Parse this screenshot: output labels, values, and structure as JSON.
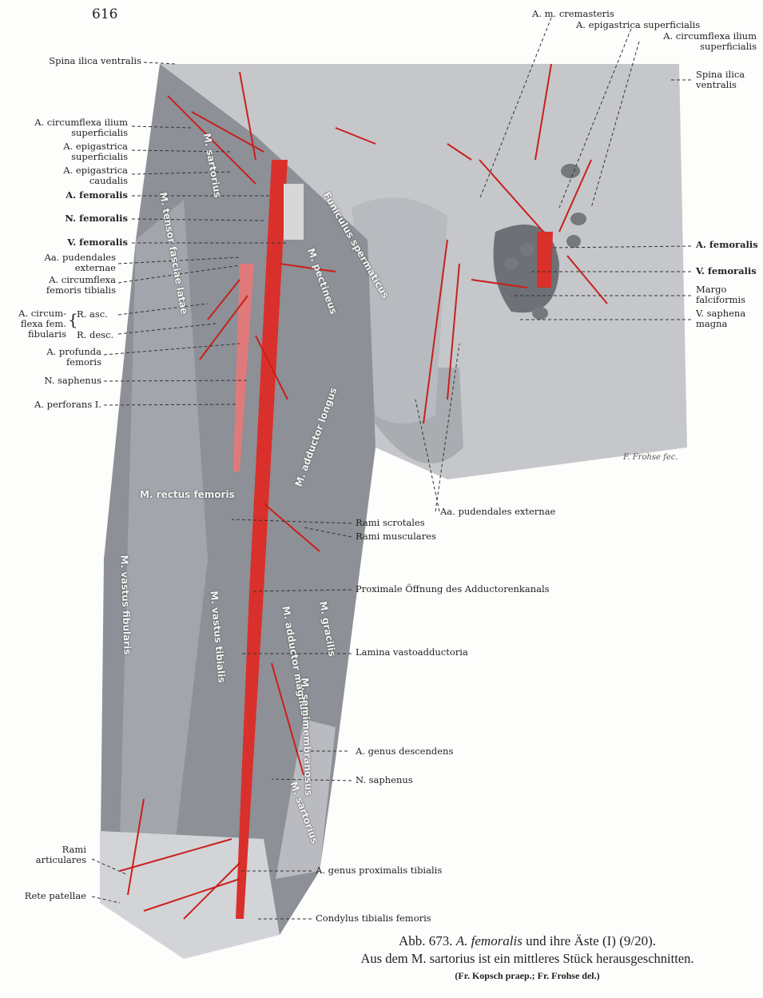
{
  "page_number": "616",
  "left_labels": [
    {
      "text": "Spina ilica ventralis",
      "bold": false
    },
    {
      "text": "A. circumflexa ilium\nsuperficialis",
      "bold": false
    },
    {
      "text": "A. epigastrica\nsuperficialis",
      "bold": false
    },
    {
      "text": "A. epigastrica\ncaudalis",
      "bold": false
    },
    {
      "text": "A. femoralis",
      "bold": true
    },
    {
      "text": "N. femoralis",
      "bold": true
    },
    {
      "text": "V. femoralis",
      "bold": true
    },
    {
      "text": "Aa. pudendales\nexternae",
      "bold": false
    },
    {
      "text": "A. circumflexa\nfemoris tibialis",
      "bold": false
    },
    {
      "text": "A. circum-\nflexa fem.\nfibularis",
      "bold": false
    },
    {
      "text": "R. asc.",
      "bold": false
    },
    {
      "text": "R. desc.",
      "bold": false
    },
    {
      "text": "A. profunda\nfemoris",
      "bold": false
    },
    {
      "text": "N. saphenus",
      "bold": false
    },
    {
      "text": "A. perforans I.",
      "bold": false
    },
    {
      "text": "Rami\narticulares",
      "bold": false
    },
    {
      "text": "Rete patellae",
      "bold": false
    }
  ],
  "top_labels": [
    "A. m. cremasteris",
    "A. epigastrica superficialis",
    "A. circumflexa ilium\nsuperficialis"
  ],
  "right_labels": [
    {
      "text": "Spina ilica\nventralis",
      "bold": false
    },
    {
      "text": "A. femoralis",
      "bold": true
    },
    {
      "text": "V. femoralis",
      "bold": true
    },
    {
      "text": "Margo\nfalciformis",
      "bold": false
    },
    {
      "text": "V. saphena\nmagna",
      "bold": false
    }
  ],
  "bottom_labels": [
    "Aa. pudendales externae",
    "Rami scrotales",
    "Rami musculares",
    "Proximale Öffnung des Adductorenkanals",
    "Lamina vastoadductoria",
    "A. genus descendens",
    "N. saphenus",
    "A. genus proximalis tibialis",
    "Condylus tibialis femoris"
  ],
  "muscle_labels": [
    "M. sartorius",
    "M. tensor fasciae latae",
    "M. pectineus",
    "Funiculus spermaticus",
    "M. adductor longus",
    "M. rectus femoris",
    "M. vastus fibularis",
    "M. vastus tibialis",
    "M. gracilis",
    "M. adductor magnus",
    "M. semimembranosus",
    "M. sartorius"
  ],
  "signature": "F. Frohse fec.",
  "caption": {
    "line1_prefix": "Abb. 673.",
    "line1_italic": "A. femoralis",
    "line1_suffix": "und ihre Äste (I) (9/20).",
    "line2": "Aus dem M. sartorius ist ein mittleres Stück herausgeschnitten.",
    "line3": "(Fr. Kopsch praep.; Fr. Frohse del.)"
  },
  "colors": {
    "artery": "#d9302c",
    "vessel": "#e07a7a",
    "muscle": "#8d9096",
    "muscle_light": "#c9cbcf"
  }
}
